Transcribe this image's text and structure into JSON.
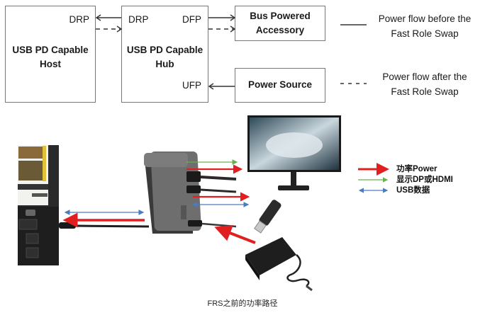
{
  "diagram": {
    "boxes": {
      "host": {
        "title_line1": "USB PD Capable",
        "title_line2": "Host",
        "port": "DRP"
      },
      "hub": {
        "title_line1": "USB PD Capable",
        "title_line2": "Hub",
        "port_left": "DRP",
        "port_right_top": "DFP",
        "port_right_bottom": "UFP"
      },
      "accessory": {
        "title_line1": "Bus Powered",
        "title_line2": "Accessory"
      },
      "power_source": {
        "title": "Power Source"
      }
    },
    "legend": {
      "solid": {
        "line1": "Power flow before the",
        "line2": "Fast Role Swap"
      },
      "dashed": {
        "line1": "Power flow after the",
        "line2": "Fast Role Swap"
      }
    }
  },
  "photo_section": {
    "devices": [
      "laptop",
      "usb-c-hub",
      "monitor",
      "usb-dongle",
      "power-adapter"
    ],
    "legend": [
      {
        "label": "功率Power",
        "color": "#e02020",
        "type": "power"
      },
      {
        "label": "显示DP或HDMI",
        "color": "#6ab04c",
        "type": "display"
      },
      {
        "label": "USB数据",
        "color": "#4a7cc0",
        "type": "usb-data"
      }
    ],
    "caption": "FRS之前的功率路径"
  },
  "colors": {
    "power": "#e02020",
    "display": "#6ab04c",
    "usb": "#4a7cc0",
    "line": "#333333",
    "box_border": "#777777"
  }
}
